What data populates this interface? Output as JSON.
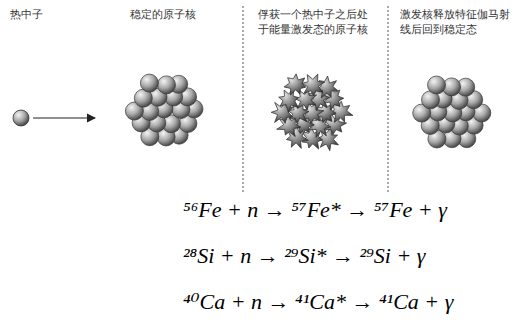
{
  "diagram": {
    "labels": [
      "热中子",
      "稳定的原子核",
      "俘获一个热中子之后处于能量激发态的原子核",
      "激发核释放特征伽马射线后回到稳定态",
      "⁵⁶Fe + n → ⁵⁷Fe* → ⁵⁷Fe + γ",
      "²⁸Si + n → ²⁹Si* → ²⁹Si + γ",
      "⁴⁰Ca + n → ⁴¹Ca* → ⁴¹Ca + γ"
    ]
  }
}
